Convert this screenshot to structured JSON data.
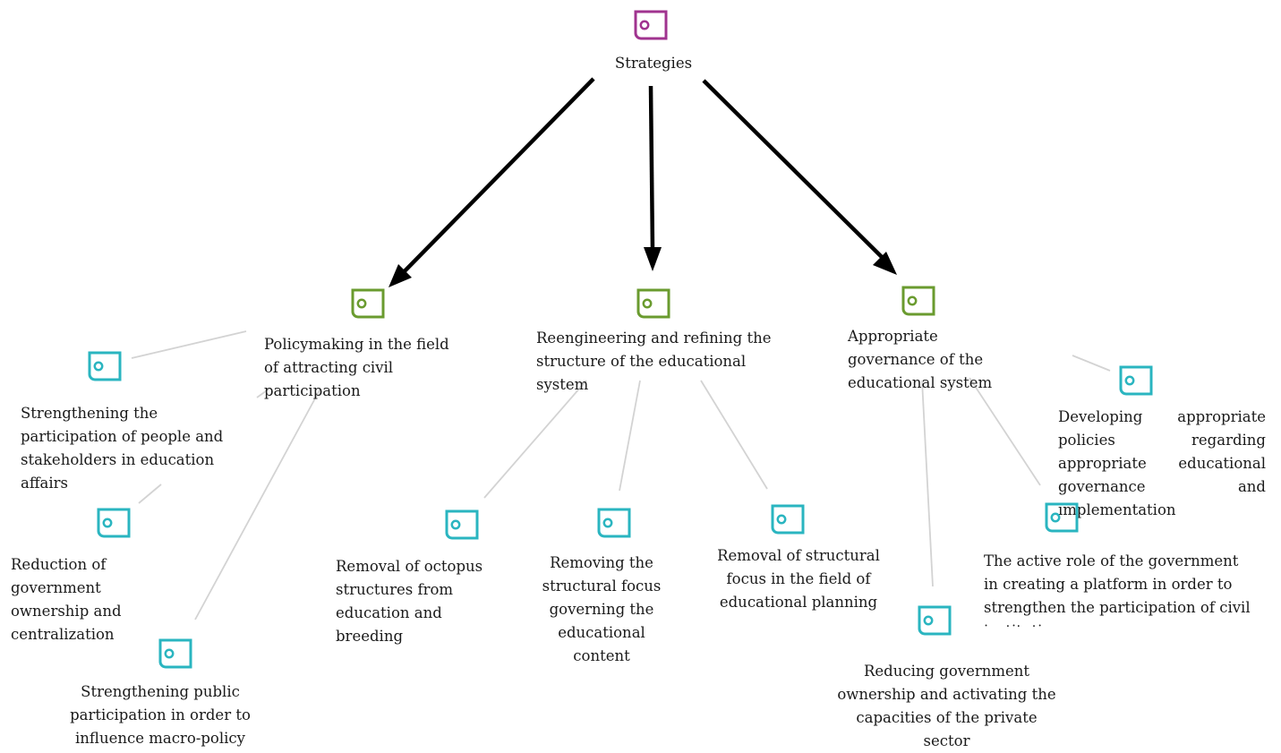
{
  "colors": {
    "root": "#a0338f",
    "level1": "#6a9b2f",
    "level2": "#2ab5c0",
    "arrow": "#000000",
    "line": "#cccccc"
  },
  "root": {
    "label": "Strategies",
    "icon": "code-node-icon"
  },
  "level1": [
    {
      "label": "Policymaking in the field of attracting civil participation",
      "icon": "code-node-icon"
    },
    {
      "label": "Reengineering and refining the structure of the educational system",
      "icon": "code-node-icon"
    },
    {
      "label": "Appropriate governance of the educational system",
      "icon": "code-node-icon"
    }
  ],
  "level2": [
    {
      "label": "Strengthening the participation of people and stakeholders in education affairs",
      "icon": "code-node-icon"
    },
    {
      "label": "Reduction of government ownership and centralization",
      "icon": "code-node-icon"
    },
    {
      "label": "Strengthening public participation in order to influence macro-policy",
      "icon": "code-node-icon"
    },
    {
      "label": "Removal of octopus structures from education and breeding",
      "icon": "code-node-icon"
    },
    {
      "label": "Removing the structural focus governing the educational content",
      "icon": "code-node-icon"
    },
    {
      "label": "Removal of structural focus in the field of educational planning",
      "icon": "code-node-icon"
    },
    {
      "label": "Developing appropriate policies regarding appropriate educational governance and implementation",
      "icon": "code-node-icon"
    },
    {
      "label": "The active role of the government in creating a platform in order to strengthen the participation of civil institutions",
      "icon": "code-node-icon"
    },
    {
      "label": "Reducing government ownership and activating the capacities of the private sector",
      "icon": "code-node-icon"
    }
  ]
}
